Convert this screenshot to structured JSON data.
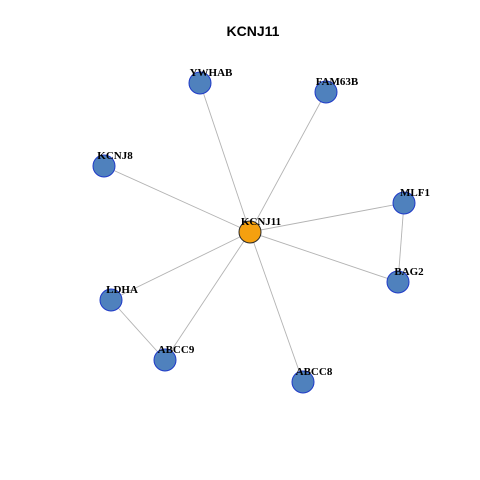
{
  "title": "KCNJ11",
  "colors": {
    "hub_fill": "#f5a00f",
    "hub_stroke": "#2a2a2a",
    "node_fill": "#4f81bd",
    "node_stroke": "#1f3ac8",
    "edge": "#b3b3b3"
  },
  "nodes": [
    {
      "id": "KCNJ11",
      "label": "KCNJ11",
      "role": "hub"
    },
    {
      "id": "YWHAB",
      "label": "YWHAB",
      "role": "neighbor"
    },
    {
      "id": "FAM63B",
      "label": "FAM63B",
      "role": "neighbor"
    },
    {
      "id": "KCNJ8",
      "label": "KCNJ8",
      "role": "neighbor"
    },
    {
      "id": "MLF1",
      "label": "MLF1",
      "role": "neighbor"
    },
    {
      "id": "BAG2",
      "label": "BAG2",
      "role": "neighbor"
    },
    {
      "id": "LDHA",
      "label": "LDHA",
      "role": "neighbor"
    },
    {
      "id": "ABCC9",
      "label": "ABCC9",
      "role": "neighbor"
    },
    {
      "id": "ABCC8",
      "label": "ABCC8",
      "role": "neighbor"
    }
  ],
  "edges": [
    [
      "KCNJ11",
      "YWHAB"
    ],
    [
      "KCNJ11",
      "FAM63B"
    ],
    [
      "KCNJ11",
      "KCNJ8"
    ],
    [
      "KCNJ11",
      "MLF1"
    ],
    [
      "KCNJ11",
      "BAG2"
    ],
    [
      "KCNJ11",
      "LDHA"
    ],
    [
      "KCNJ11",
      "ABCC9"
    ],
    [
      "KCNJ11",
      "ABCC8"
    ],
    [
      "MLF1",
      "BAG2"
    ],
    [
      "LDHA",
      "ABCC9"
    ]
  ]
}
